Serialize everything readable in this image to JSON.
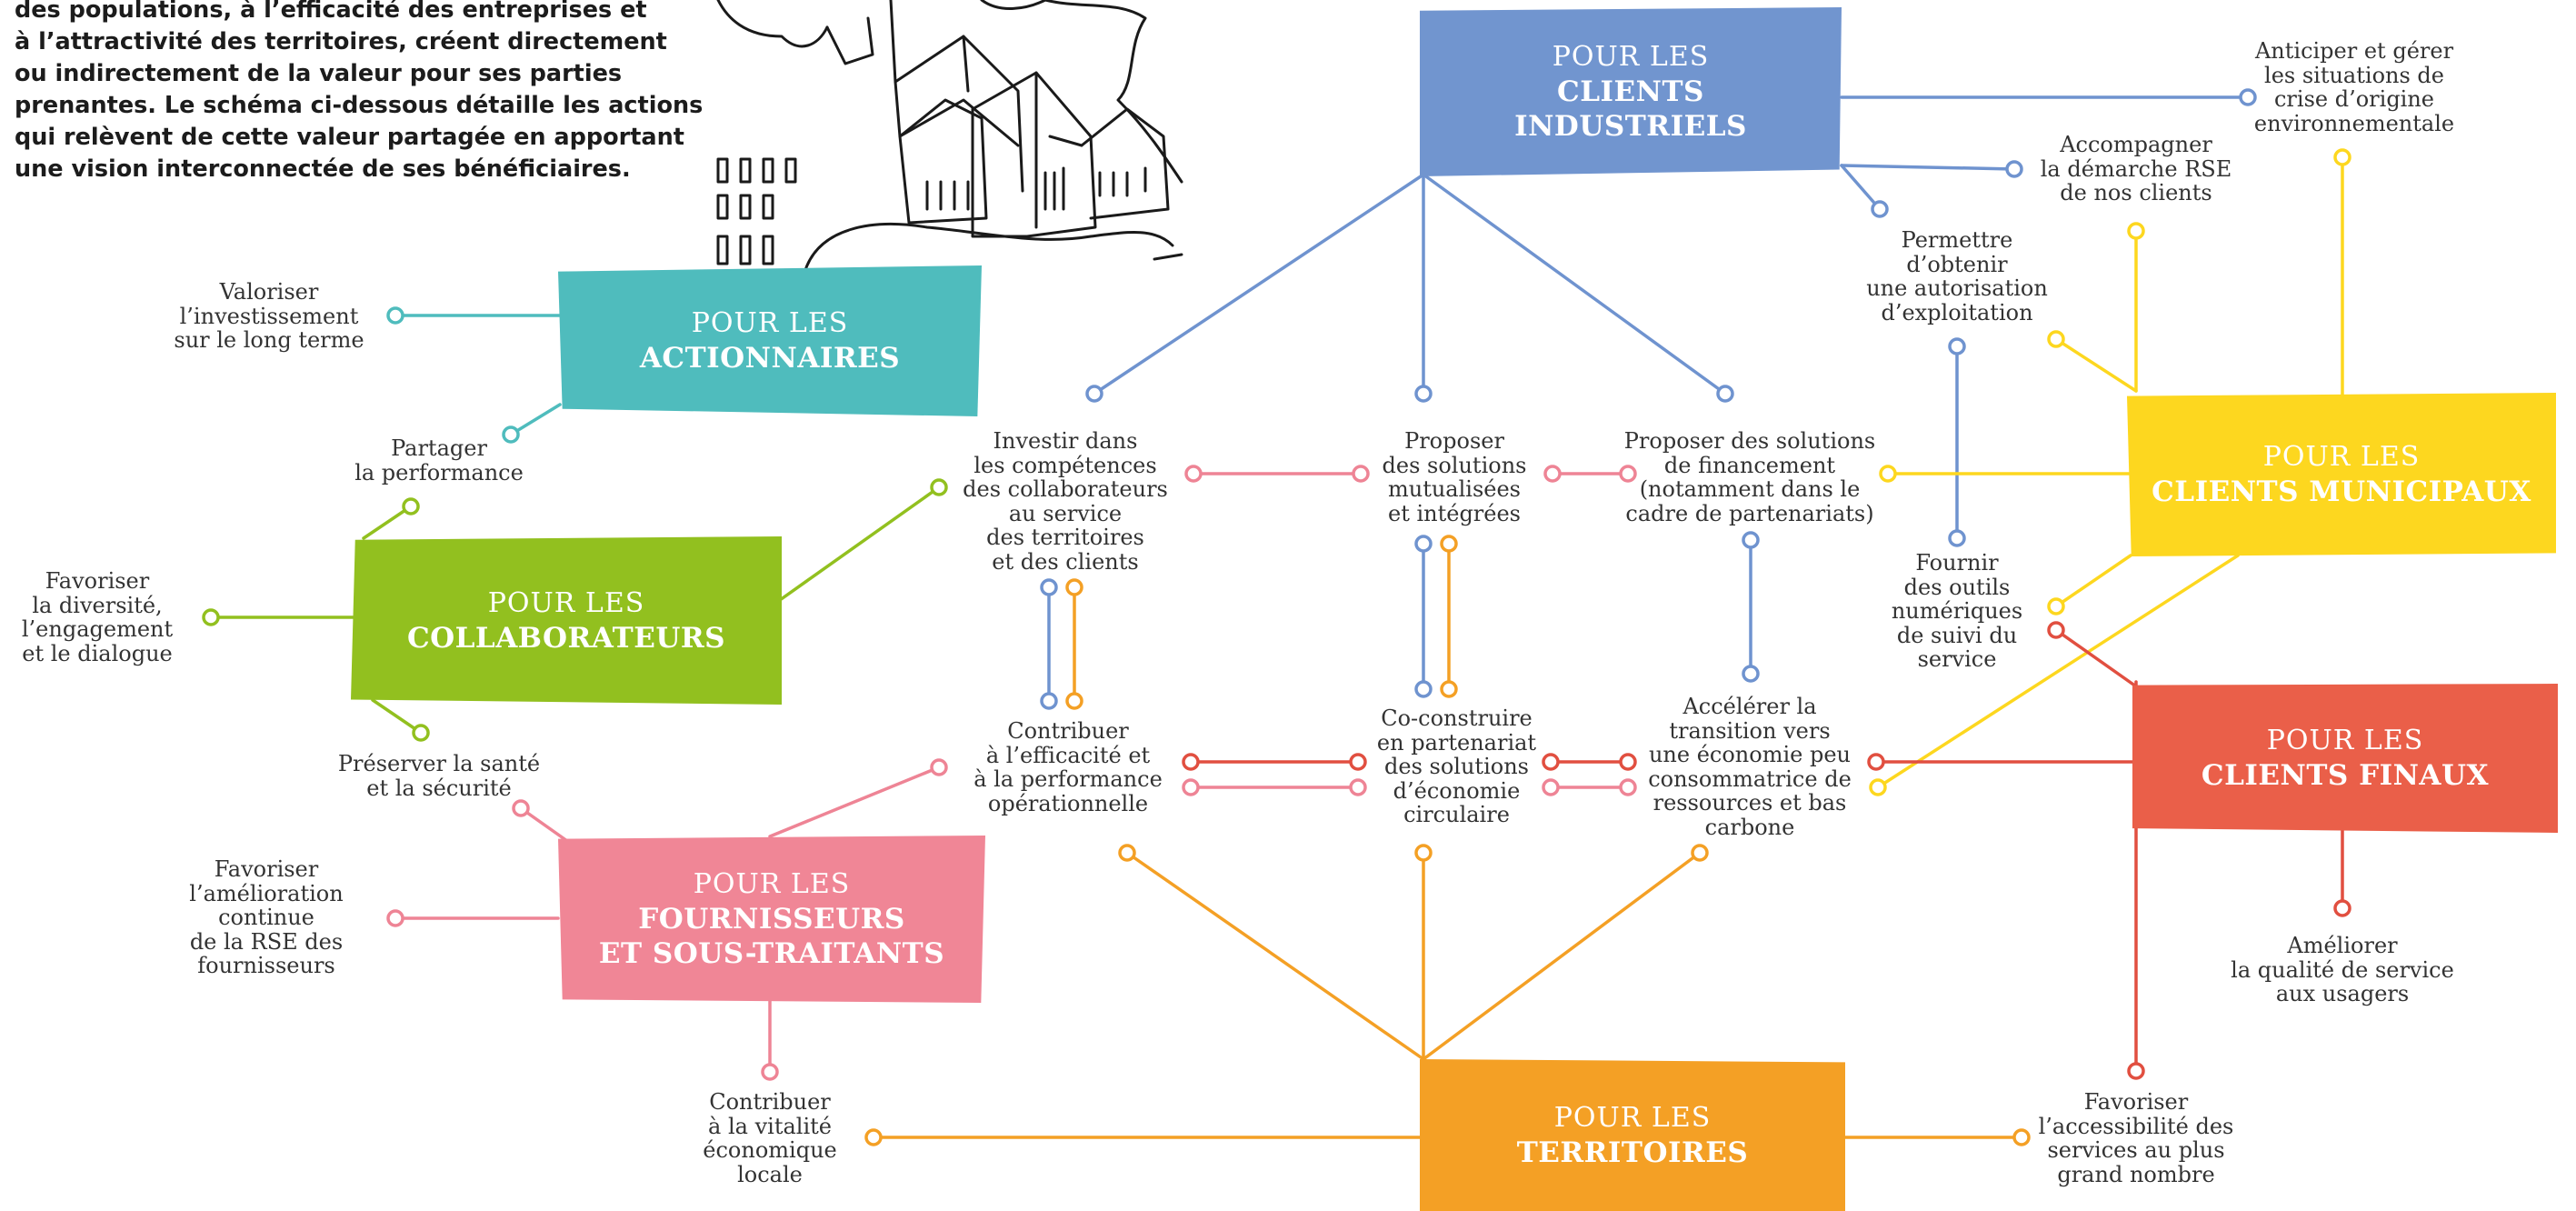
{
  "intro": {
    "lines": [
      "des populations, à l’efficacité des entreprises et",
      "à l’attractivité des territoires, créent directement",
      "ou indirectement de la valeur pour ses parties",
      "prenantes. Le schéma ci-dessous détaille les actions",
      "qui relèvent de cette valeur partagée en apportant",
      "une vision interconnectée de ses bénéficiaires."
    ]
  },
  "boxes": {
    "industriels": {
      "pre": "POUR LES",
      "l1": "CLIENTS",
      "l2": "INDUSTRIELS",
      "color": "#7195cf"
    },
    "actionnaires": {
      "pre": "POUR LES",
      "l1": "ACTIONNAIRES",
      "color": "#4fbcbd"
    },
    "collaborateurs": {
      "pre": "POUR LES",
      "l1": "COLLABORATEURS",
      "color": "#92c01f"
    },
    "fournisseurs": {
      "pre": "POUR LES",
      "l1": "FOURNISSEURS",
      "l2": "ET SOUS-TRAITANTS",
      "color": "#f08696"
    },
    "municipaux": {
      "pre": "POUR LES",
      "l1": "CLIENTS MUNICIPAUX",
      "color": "#fdd71f"
    },
    "finaux": {
      "pre": "POUR LES",
      "l1": "CLIENTS FINAUX",
      "color": "#ea5f49"
    },
    "territoires": {
      "pre": "POUR LES",
      "l1": "TERRITOIRES",
      "color": "#f4a025"
    }
  },
  "labels": {
    "valoriser": [
      "Valoriser",
      "l’investissement",
      "sur le long terme"
    ],
    "partager": [
      "Partager",
      "la performance"
    ],
    "diversite": [
      "Favoriser",
      "la diversité,",
      "l’engagement",
      "et le dialogue"
    ],
    "sante": [
      "Préserver la santé",
      "et la sécurité"
    ],
    "amelioration": [
      "Favoriser",
      "l’amélioration",
      "continue",
      "de la RSE des",
      "fournisseurs"
    ],
    "vitalite": [
      "Contribuer",
      "à la vitalité",
      "économique",
      "locale"
    ],
    "investir": [
      "Investir dans",
      "les compétences",
      "des collaborateurs",
      "au service",
      "des territoires",
      "et des clients"
    ],
    "mutualisees": [
      "Proposer",
      "des solutions",
      "mutualisées",
      "et intégrées"
    ],
    "financement": [
      "Proposer des solutions",
      "de financement",
      "(notamment dans le",
      "cadre de partenariats)"
    ],
    "efficacite": [
      "Contribuer",
      "à l’efficacité et",
      "à la performance",
      "opérationnelle"
    ],
    "coconstruire": [
      "Co-construire",
      "en partenariat",
      "des solutions",
      "d’économie",
      "circulaire"
    ],
    "accelerer": [
      "Accélérer la",
      "transition vers",
      "une économie peu",
      "consommatrice de",
      "ressources et bas",
      "carbone"
    ],
    "crise": [
      "Anticiper et gérer",
      "les situations de",
      "crise d’origine",
      "environnementale"
    ],
    "rse": [
      "Accompagner",
      "la démarche RSE",
      "de nos clients"
    ],
    "autorisation": [
      "Permettre",
      "d’obtenir",
      "une autorisation",
      "d’exploitation"
    ],
    "outils": [
      "Fournir",
      "des outils",
      "numériques",
      "de suivi du",
      "service"
    ],
    "qualite": [
      "Améliorer",
      "la qualité de service",
      "aux usagers"
    ],
    "accessibilite": [
      "Favoriser",
      "l’accessibilité des",
      "services au plus",
      "grand nombre"
    ]
  },
  "colors": {
    "blue": "#6f93cf",
    "teal": "#4fbcbd",
    "green": "#92c01f",
    "pink": "#ee8495",
    "yellow": "#fdd71f",
    "red": "#e14f40",
    "orange": "#f4a025"
  }
}
